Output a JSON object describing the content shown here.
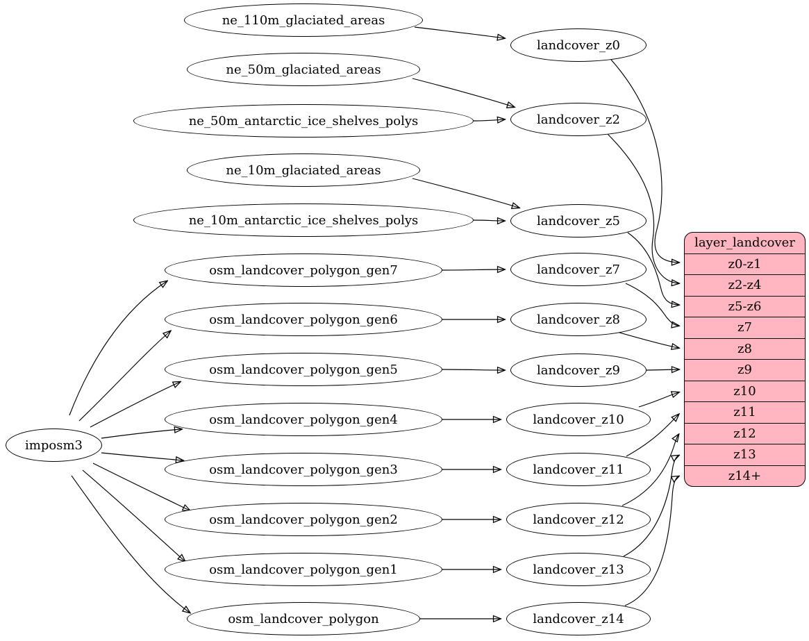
{
  "graph": {
    "root": "imposm3",
    "sources": [
      "ne_110m_glaciated_areas",
      "ne_50m_glaciated_areas",
      "ne_50m_antarctic_ice_shelves_polys",
      "ne_10m_glaciated_areas",
      "ne_10m_antarctic_ice_shelves_polys",
      "osm_landcover_polygon_gen7",
      "osm_landcover_polygon_gen6",
      "osm_landcover_polygon_gen5",
      "osm_landcover_polygon_gen4",
      "osm_landcover_polygon_gen3",
      "osm_landcover_polygon_gen2",
      "osm_landcover_polygon_gen1",
      "osm_landcover_polygon"
    ],
    "intermediates": [
      "landcover_z0",
      "landcover_z2",
      "landcover_z5",
      "landcover_z7",
      "landcover_z8",
      "landcover_z9",
      "landcover_z10",
      "landcover_z11",
      "landcover_z12",
      "landcover_z13",
      "landcover_z14"
    ],
    "table": {
      "title": "layer_landcover",
      "rows": [
        "z0-z1",
        "z2-z4",
        "z5-z6",
        "z7",
        "z8",
        "z9",
        "z10",
        "z11",
        "z12",
        "z13",
        "z14+"
      ]
    },
    "edges": [
      {
        "from": "imposm3",
        "to": "osm_landcover_polygon_gen7"
      },
      {
        "from": "imposm3",
        "to": "osm_landcover_polygon_gen6"
      },
      {
        "from": "imposm3",
        "to": "osm_landcover_polygon_gen5"
      },
      {
        "from": "imposm3",
        "to": "osm_landcover_polygon_gen4"
      },
      {
        "from": "imposm3",
        "to": "osm_landcover_polygon_gen3"
      },
      {
        "from": "imposm3",
        "to": "osm_landcover_polygon_gen2"
      },
      {
        "from": "imposm3",
        "to": "osm_landcover_polygon_gen1"
      },
      {
        "from": "imposm3",
        "to": "osm_landcover_polygon"
      },
      {
        "from": "ne_110m_glaciated_areas",
        "to": "landcover_z0"
      },
      {
        "from": "ne_50m_glaciated_areas",
        "to": "landcover_z2"
      },
      {
        "from": "ne_50m_antarctic_ice_shelves_polys",
        "to": "landcover_z2"
      },
      {
        "from": "ne_10m_glaciated_areas",
        "to": "landcover_z5"
      },
      {
        "from": "ne_10m_antarctic_ice_shelves_polys",
        "to": "landcover_z5"
      },
      {
        "from": "osm_landcover_polygon_gen7",
        "to": "landcover_z7"
      },
      {
        "from": "osm_landcover_polygon_gen6",
        "to": "landcover_z8"
      },
      {
        "from": "osm_landcover_polygon_gen5",
        "to": "landcover_z9"
      },
      {
        "from": "osm_landcover_polygon_gen4",
        "to": "landcover_z10"
      },
      {
        "from": "osm_landcover_polygon_gen3",
        "to": "landcover_z11"
      },
      {
        "from": "osm_landcover_polygon_gen2",
        "to": "landcover_z12"
      },
      {
        "from": "osm_landcover_polygon_gen1",
        "to": "landcover_z13"
      },
      {
        "from": "osm_landcover_polygon",
        "to": "landcover_z14"
      },
      {
        "from": "landcover_z0",
        "to": "layer_landcover.z0-z1"
      },
      {
        "from": "landcover_z2",
        "to": "layer_landcover.z2-z4"
      },
      {
        "from": "landcover_z5",
        "to": "layer_landcover.z5-z6"
      },
      {
        "from": "landcover_z7",
        "to": "layer_landcover.z7"
      },
      {
        "from": "landcover_z8",
        "to": "layer_landcover.z8"
      },
      {
        "from": "landcover_z9",
        "to": "layer_landcover.z9"
      },
      {
        "from": "landcover_z10",
        "to": "layer_landcover.z10"
      },
      {
        "from": "landcover_z11",
        "to": "layer_landcover.z11"
      },
      {
        "from": "landcover_z12",
        "to": "layer_landcover.z12"
      },
      {
        "from": "landcover_z13",
        "to": "layer_landcover.z13"
      },
      {
        "from": "landcover_z14",
        "to": "layer_landcover.z14+"
      }
    ],
    "colors": {
      "table_fill": "#ffb6c1",
      "node_fill": "#ffffff",
      "stroke": "#000000"
    }
  }
}
